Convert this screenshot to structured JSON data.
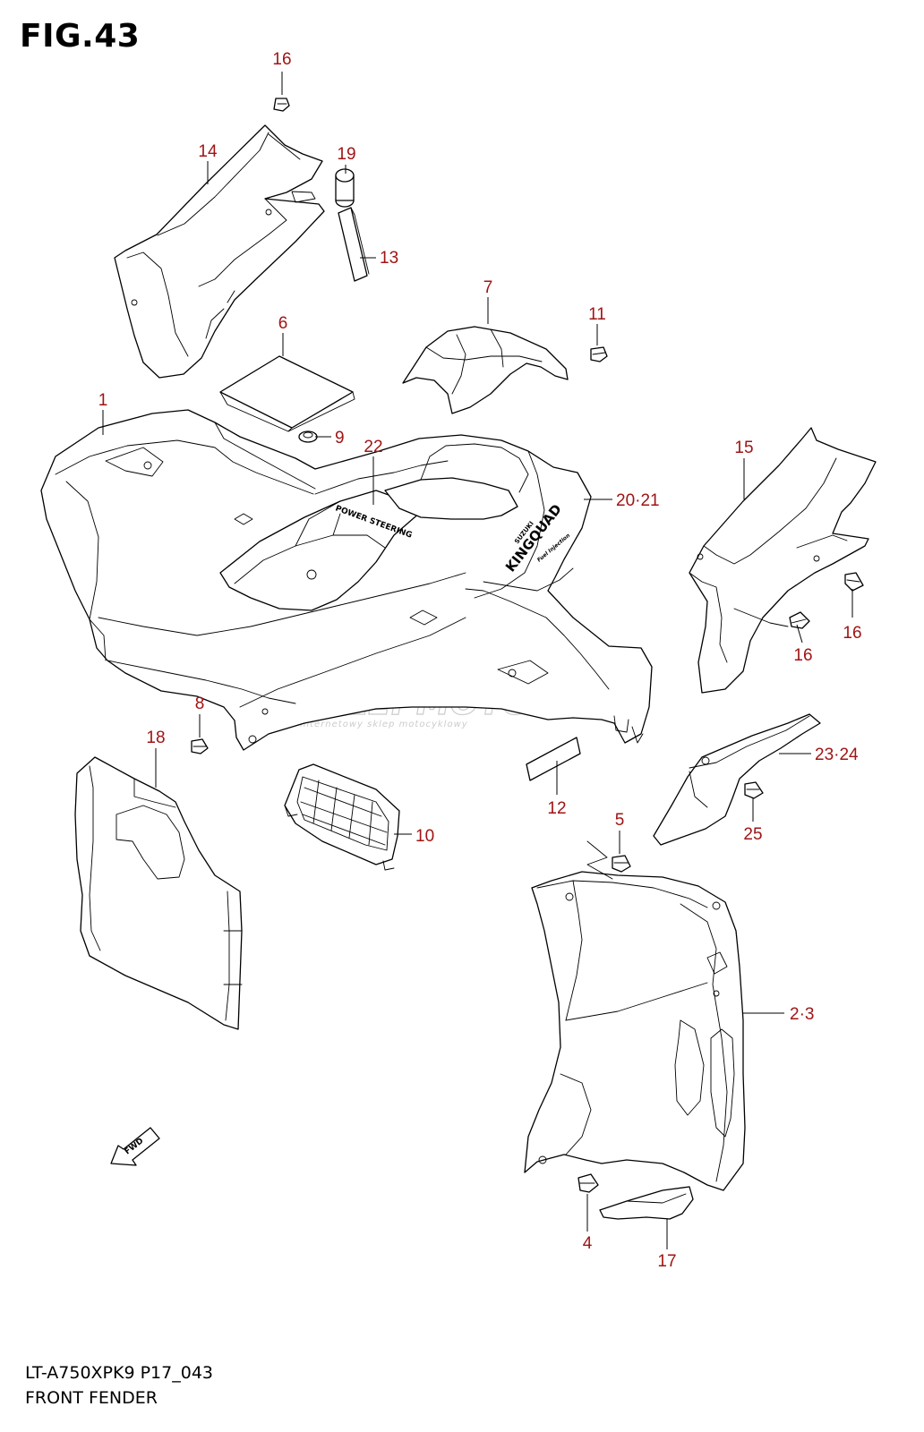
{
  "figure": {
    "title": "FIG.43",
    "model": "LT-A750XPK9 P17_043",
    "section": "FRONT FENDER"
  },
  "watermark": {
    "text": "SKLEPMOTO24.PL",
    "subtitle": "internetowy sklep motocyklowy",
    "color": "#cccccc"
  },
  "direction_badge": "FWD",
  "decals": {
    "steering": "POWER STEERING",
    "brand": "KINGQUAD",
    "maker": "SUZUKI",
    "sub": "Fuel Injection"
  },
  "callout_color": "#a01414",
  "callouts": [
    {
      "id": "c16a",
      "label": "16"
    },
    {
      "id": "c14",
      "label": "14"
    },
    {
      "id": "c19",
      "label": "19"
    },
    {
      "id": "c13",
      "label": "13"
    },
    {
      "id": "c7",
      "label": "7"
    },
    {
      "id": "c11",
      "label": "11"
    },
    {
      "id": "c6",
      "label": "6"
    },
    {
      "id": "c1",
      "label": "1"
    },
    {
      "id": "c9",
      "label": "9"
    },
    {
      "id": "c22",
      "label": "22"
    },
    {
      "id": "c2021",
      "label": "20·21"
    },
    {
      "id": "c15",
      "label": "15"
    },
    {
      "id": "c16b",
      "label": "16"
    },
    {
      "id": "c16c",
      "label": "16"
    },
    {
      "id": "c8",
      "label": "8"
    },
    {
      "id": "c18",
      "label": "18"
    },
    {
      "id": "c12",
      "label": "12"
    },
    {
      "id": "c10",
      "label": "10"
    },
    {
      "id": "c2324",
      "label": "23·24"
    },
    {
      "id": "c25",
      "label": "25"
    },
    {
      "id": "c5",
      "label": "5"
    },
    {
      "id": "c23",
      "label": "2·3"
    },
    {
      "id": "c4",
      "label": "4"
    },
    {
      "id": "c17",
      "label": "17"
    }
  ]
}
